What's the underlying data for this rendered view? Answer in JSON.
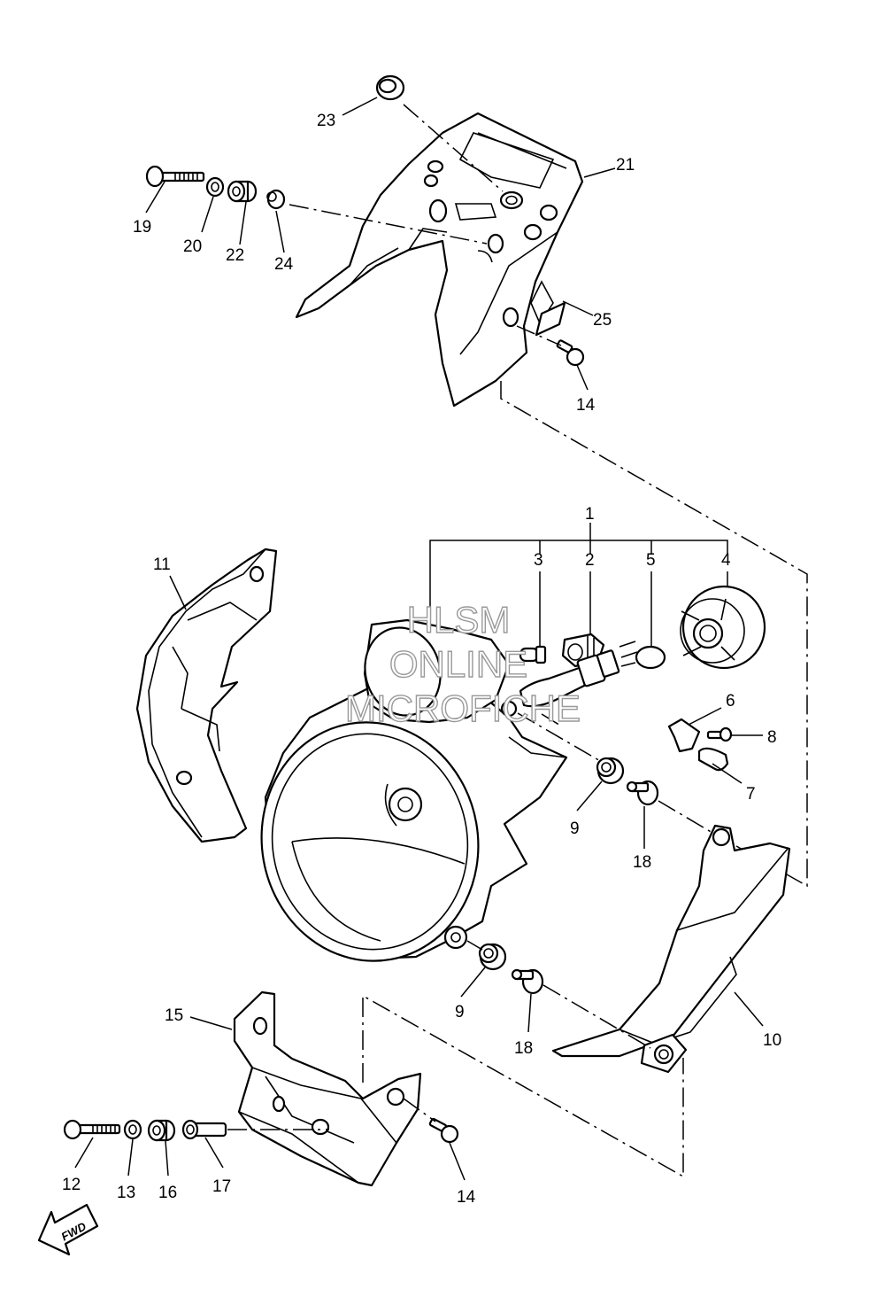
{
  "callouts": [
    {
      "id": "c23",
      "text": "23"
    },
    {
      "id": "c21",
      "text": "21"
    },
    {
      "id": "c19",
      "text": "19"
    },
    {
      "id": "c20",
      "text": "20"
    },
    {
      "id": "c22",
      "text": "22"
    },
    {
      "id": "c24",
      "text": "24"
    },
    {
      "id": "c25",
      "text": "25"
    },
    {
      "id": "c14a",
      "text": "14"
    },
    {
      "id": "c1",
      "text": "1"
    },
    {
      "id": "c3",
      "text": "3"
    },
    {
      "id": "c2",
      "text": "2"
    },
    {
      "id": "c5",
      "text": "5"
    },
    {
      "id": "c4",
      "text": "4"
    },
    {
      "id": "c11",
      "text": "11"
    },
    {
      "id": "c6",
      "text": "6"
    },
    {
      "id": "c8",
      "text": "8"
    },
    {
      "id": "c7",
      "text": "7"
    },
    {
      "id": "c9a",
      "text": "9"
    },
    {
      "id": "c18a",
      "text": "18"
    },
    {
      "id": "c9b",
      "text": "9"
    },
    {
      "id": "c18b",
      "text": "18"
    },
    {
      "id": "c10",
      "text": "10"
    },
    {
      "id": "c15",
      "text": "15"
    },
    {
      "id": "c12",
      "text": "12"
    },
    {
      "id": "c13",
      "text": "13"
    },
    {
      "id": "c16",
      "text": "16"
    },
    {
      "id": "c17",
      "text": "17"
    },
    {
      "id": "c14b",
      "text": "14"
    }
  ],
  "watermark": {
    "line1": "HLSM",
    "line2": "ONLINE",
    "line3": "MICROFICHE"
  },
  "fwd_badge": "FWD"
}
